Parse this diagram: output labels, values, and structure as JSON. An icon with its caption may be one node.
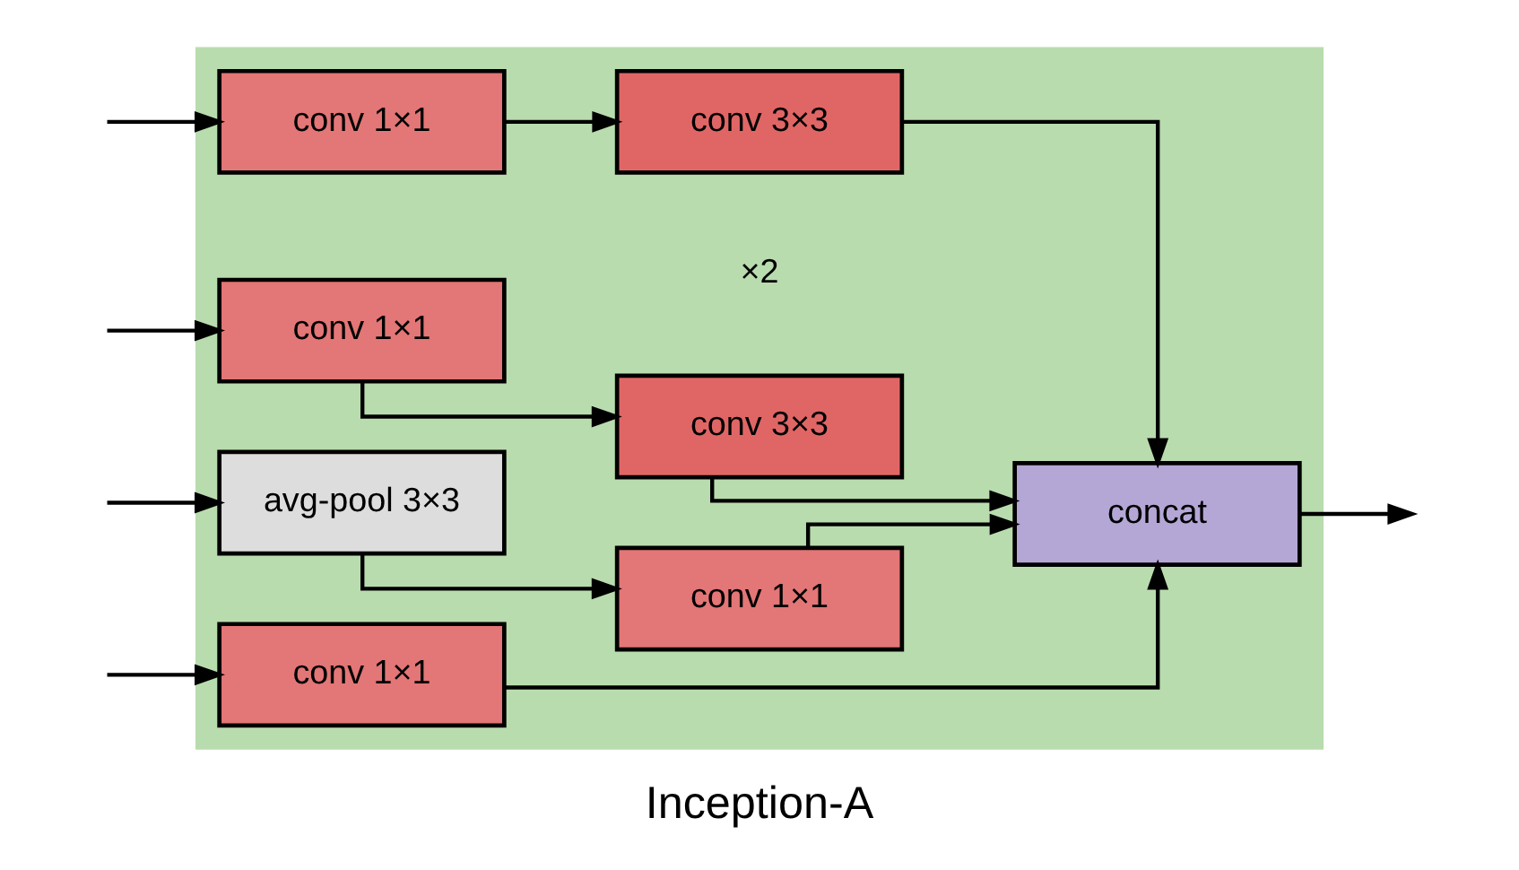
{
  "diagram": {
    "caption": "Inception-A",
    "nodes": [
      {
        "text": [],
        "shape": "box"
      },
      {
        "text": [
          "conv 1×1"
        ],
        "in": 0
      },
      {
        "text": [
          "conv 3×3"
        ],
        "in": 0
      },
      {
        "text": [
          "conv 1×1"
        ],
        "in": 0
      },
      {
        "text": [
          "conv 3×3"
        ],
        "in": 0
      },
      {
        "text": [
          "avg-pool 3×3"
        ],
        "in": 0
      },
      {
        "text": [
          "conv 1×1"
        ],
        "in": 0
      },
      {
        "text": [
          "conv 1×1"
        ],
        "in": 0
      },
      {
        "text": [
          "concat"
        ],
        "in": 0
      }
    ],
    "edges": [
      {
        "from": null,
        "to": 1,
        "arrow": "to"
      },
      {
        "from": null,
        "to": 3,
        "arrow": "to"
      },
      {
        "from": null,
        "to": 5,
        "arrow": "to"
      },
      {
        "from": null,
        "to": 7,
        "arrow": "to"
      },
      {
        "from": 1,
        "to": 2,
        "arrow": "to"
      },
      {
        "from": 3,
        "to": 4,
        "arrow": "to"
      },
      {
        "from": 5,
        "to": 6,
        "arrow": "to"
      },
      {
        "from": 2,
        "to": 8,
        "arrow": "to"
      },
      {
        "from": 4,
        "to": 8,
        "arrow": "to"
      },
      {
        "from": 6,
        "to": 8,
        "arrow": "to"
      },
      {
        "from": 7,
        "to": 8,
        "arrow": "to"
      },
      {
        "from": 8,
        "to": null,
        "arrow": "to"
      }
    ],
    "labels": [
      "×2"
    ]
  }
}
